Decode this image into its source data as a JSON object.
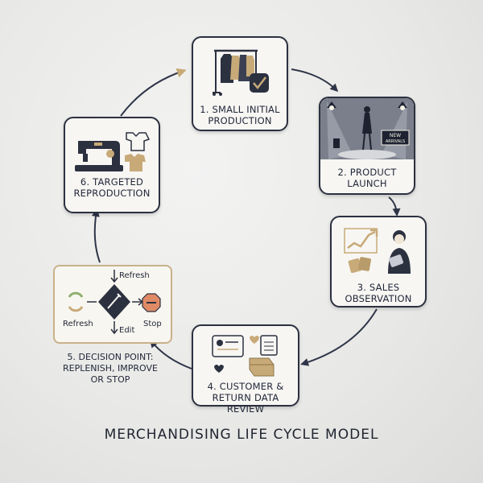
{
  "title": "MERCHANDISING LIFE CYCLE MODEL",
  "steps": [
    {
      "label_line1": "1. SMALL INITIAL",
      "label_line2": "PRODUCTION"
    },
    {
      "label_line1": "2. PRODUCT",
      "label_line2": "LAUNCH",
      "sign_line1": "NEW",
      "sign_line2": "ARRIVALS"
    },
    {
      "label_line1": "3. SALES",
      "label_line2": "OBSERVATION"
    },
    {
      "label_line1": "4. CUSTOMER &",
      "label_line2": "RETURN DATA REVIEW"
    },
    {
      "label_line1": "5. DECISION POINT:",
      "label_line2": "REPLENISH, IMPROVE",
      "label_line3": "OR STOP",
      "options": {
        "refresh_top": "Refresh",
        "refresh_left": "Refresh",
        "edit": "Edit",
        "stop": "Stop"
      }
    },
    {
      "label_line1": "6. TARGETED",
      "label_line2": "REPRODUCTION"
    }
  ],
  "colors": {
    "navy": "#2c3140",
    "gold": "#c8aa78",
    "arrow": "#2f3548",
    "stop_red": "#e08a66",
    "refresh_green": "#8fae6d"
  },
  "icons": [
    "clothing-rack-icon",
    "runway-model-icon",
    "sales-analyst-icon",
    "data-review-icon",
    "decision-diamond-icon",
    "sewing-machine-icon"
  ]
}
